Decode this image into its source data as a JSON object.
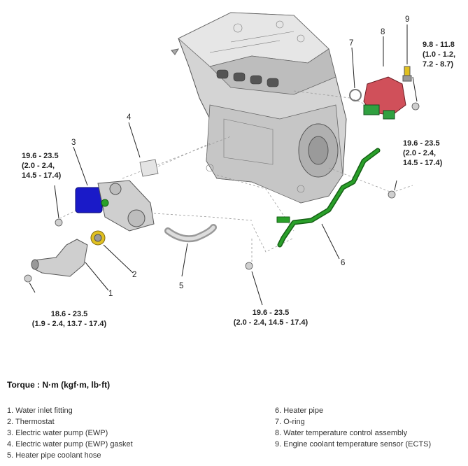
{
  "callouts": {
    "c1": "1",
    "c2": "2",
    "c3": "3",
    "c4": "4",
    "c5": "5",
    "c6": "6",
    "c7": "7",
    "c8": "8",
    "c9": "9"
  },
  "torques": {
    "t_top_right": "9.8 - 11.8\n(1.0 - 1.2,\n7.2 - 8.7)",
    "t_right": "19.6 - 23.5\n(2.0 - 2.4,\n14.5 - 17.4)",
    "t_left": "19.6 - 23.5\n(2.0 - 2.4,\n14.5 - 17.4)",
    "t_bottom_left": "18.6 - 23.5\n(1.9 - 2.4, 13.7 - 17.4)",
    "t_bottom_center": "19.6 - 23.5\n(2.0 - 2.4, 14.5 - 17.4)"
  },
  "torque_heading": "Torque : N·m (kgf·m, lb·ft)",
  "legend": {
    "left": [
      "1. Water inlet fitting",
      "2. Thermostat",
      "3. Electric water pump (EWP)",
      "4. Electric water pump (EWP) gasket",
      "5. Heater pipe coolant hose"
    ],
    "right": [
      "6. Heater pipe",
      "7. O-ring",
      "8. Water temperature control assembly",
      "9. Engine coolant temperature sensor (ECTS)"
    ]
  },
  "colors": {
    "engine": "#c8c8c8",
    "engine_dark": "#8a8a8a",
    "pump_blue": "#1a1ac8",
    "heater_pipe_green": "#2aa02a",
    "control_assembly_red": "#d0505a",
    "control_assembly_green": "#30a040",
    "thermostat_yellow": "#e0c020"
  }
}
